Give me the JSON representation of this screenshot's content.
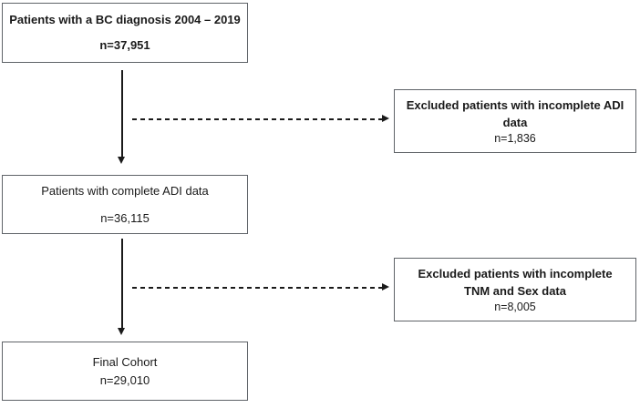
{
  "figure": {
    "background": "#ffffff",
    "colors": {
      "box_border": "#5f6368",
      "text": "#1a1a1a",
      "arrow": "#1a1a1a"
    },
    "main_boxes": [
      {
        "id": "diagnosis",
        "title": "Patients with a BC diagnosis 2004 – 2019",
        "n": "n=37,951"
      },
      {
        "id": "complete-adi",
        "title": "Patients with complete ADI data",
        "n": "n=36,115"
      },
      {
        "id": "final-cohort",
        "title": "Final Cohort",
        "n": "n=29,010"
      }
    ],
    "exclusion_boxes": [
      {
        "id": "excluded-adi",
        "title_line1": "Excluded patients with incomplete ADI",
        "title_line2": "data",
        "n": "n=1,836"
      },
      {
        "id": "excluded-tnm-sex",
        "title_line1": "Excluded patients with incomplete",
        "title_line2": "TNM and Sex data",
        "n": "n=8,005"
      }
    ],
    "connections": [
      {
        "from": "diagnosis",
        "to": "complete-adi",
        "type": "solid-arrow-down"
      },
      {
        "from": "diagnosis",
        "to": "excluded-adi",
        "type": "dashed-arrow-right"
      },
      {
        "from": "complete-adi",
        "to": "final-cohort",
        "type": "solid-arrow-down"
      },
      {
        "from": "complete-adi",
        "to": "excluded-tnm-sex",
        "type": "dashed-arrow-right"
      }
    ]
  }
}
